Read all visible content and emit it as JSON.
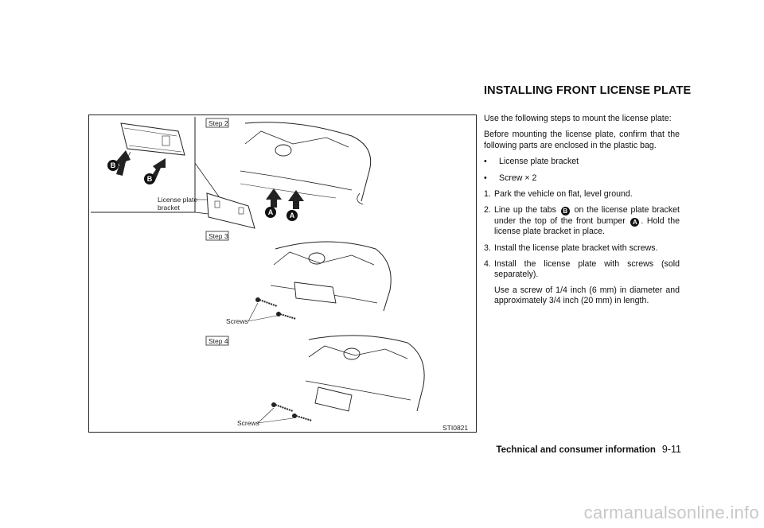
{
  "title": "INSTALLING FRONT LICENSE PLATE",
  "figure": {
    "step2_label": "Step 2",
    "step3_label": "Step 3",
    "step4_label": "Step 4",
    "bracket_label_1": "License plate",
    "bracket_label_2": "bracket",
    "screws_label_3": "Screws",
    "screws_label_4": "Screws",
    "callout_a": "A",
    "callout_b": "B",
    "figure_id": "STI0821"
  },
  "body": {
    "intro": "Use the following steps to mount the license plate:",
    "before": "Before mounting the license plate, confirm that the following parts are enclosed in the plastic bag.",
    "bullet_dot": "•",
    "bullets": [
      "License plate bracket",
      "Screw × 2"
    ],
    "steps": [
      {
        "num": "1.",
        "text": "Park the vehicle on flat, level ground."
      },
      {
        "num": "2.",
        "text_a": "Line up the tabs",
        "ref_b": "B",
        "text_b": "on the license plate bracket under the top of the front bumper",
        "ref_a": "A",
        "text_c": ". Hold the license plate bracket in place."
      },
      {
        "num": "3.",
        "text": "Install the license plate bracket with screws."
      },
      {
        "num": "4.",
        "text": "Install the license plate with screws (sold separately).",
        "note": "Use a screw of 1/4 inch (6 mm) in diameter and approximately 3/4 inch (20 mm) in length."
      }
    ]
  },
  "footer": {
    "section": "Technical and consumer information",
    "page": "9-11"
  },
  "watermark": "carmanualsonline.info"
}
